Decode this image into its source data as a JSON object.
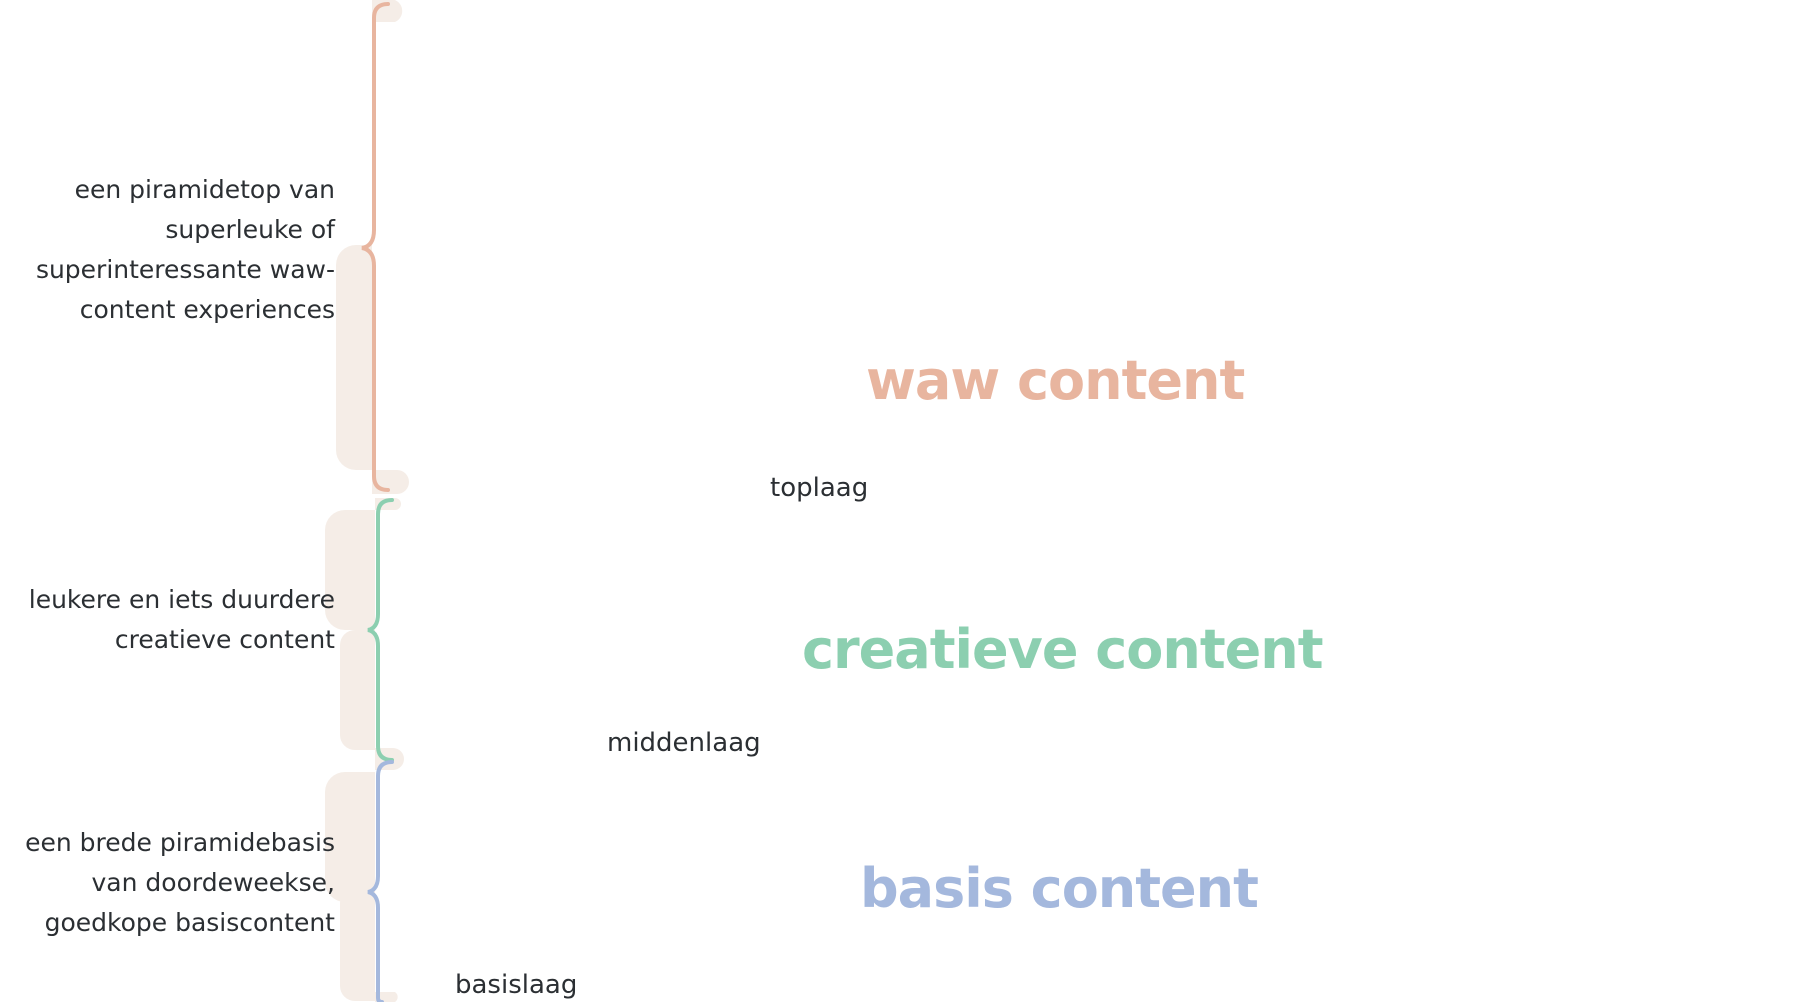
{
  "colors": {
    "top": "#e8b59f",
    "middle": "#8ccfb0",
    "base": "#a4b8dd",
    "shade": "#f5ede7",
    "text": "#2b2f33"
  },
  "tiers": [
    {
      "key": "top",
      "description_lines": [
        "een piramidetop van",
        "superleuke of",
        "superinteressante waw-",
        "content experiences"
      ],
      "title": "waw content",
      "layer": "toplaag"
    },
    {
      "key": "middle",
      "description_lines": [
        "leukere en iets duurdere",
        "creatieve content"
      ],
      "title": "creatieve content",
      "layer": "middenlaag"
    },
    {
      "key": "base",
      "description_lines": [
        "een brede piramidebasis",
        "van doordeweekse,",
        "goedkope basiscontent"
      ],
      "title": "basis content",
      "layer": "basislaag"
    }
  ]
}
